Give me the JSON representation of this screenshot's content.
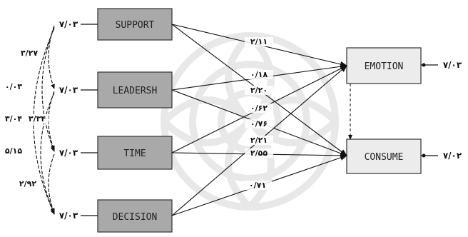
{
  "diagram": {
    "nodes": {
      "support": "SUPPORT",
      "leadership": "LEADERSH",
      "time": "TIME",
      "decision": "DECISION",
      "emotion": "EMOTION",
      "consume": "CONSUME"
    },
    "errors": {
      "support": "۷/۰۳",
      "leadership": "۷/۰۳",
      "time": "۷/۰۳",
      "decision": "۷/۰۳",
      "emotion": "۷/۰۳",
      "consume": "۷/۰۲"
    },
    "paths": {
      "support_emotion": "۲/۱۱",
      "leadership_emotion": "۰/۱۸",
      "support_consume": "۲/۲۰",
      "leadership_consume": "۰/۶۲",
      "time_emotion": "۰/۷۶",
      "decision_emotion": "۲/۲۱",
      "time_consume": "۲/۵۵",
      "decision_consume": "۰/۷۱"
    },
    "covariances": {
      "c1": "۳/۲۷",
      "c2": "۰/۰۳",
      "c3": "۳/۰۴",
      "c4": "۳/۳۴",
      "c5": "۵/۱۵",
      "c6": "۲/۹۲"
    },
    "colors": {
      "exogenous_fill": "#a9a9a9",
      "endogenous_fill": "#ececec",
      "line": "#111111"
    }
  }
}
